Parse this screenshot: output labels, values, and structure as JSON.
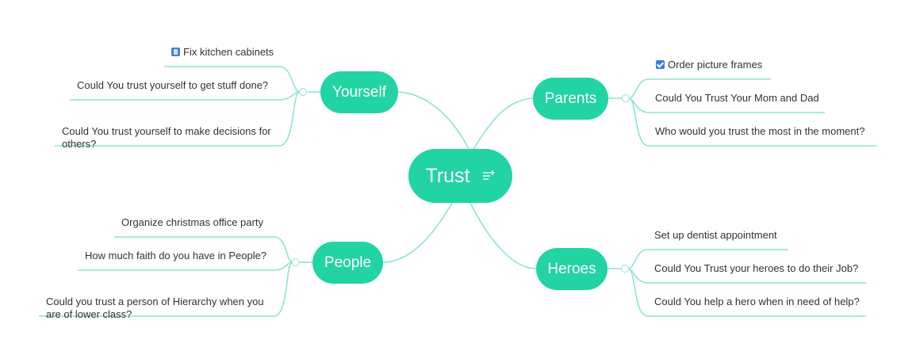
{
  "central": {
    "label": "Trust",
    "icon": "notes-icon"
  },
  "colors": {
    "node": "#22d3a3",
    "line": "#8ee5c9",
    "text": "#333333"
  },
  "branches": [
    {
      "key": "yourself",
      "label": "Yourself",
      "items": [
        {
          "text": "Fix kitchen cabinets",
          "icon": "note-icon"
        },
        {
          "text": "Could You trust yourself to get stuff done?"
        },
        {
          "text": "Could You trust yourself to make decisions for\nothers?"
        }
      ]
    },
    {
      "key": "parents",
      "label": "Parents",
      "items": [
        {
          "text": "Order picture frames",
          "icon": "checkbox-checked-icon"
        },
        {
          "text": "Could You Trust Your Mom and Dad"
        },
        {
          "text": "Who would you trust the most in the moment?"
        }
      ]
    },
    {
      "key": "people",
      "label": "People",
      "items": [
        {
          "text": "Organize christmas office party"
        },
        {
          "text": "How much faith do you have in People?"
        },
        {
          "text": "Could you trust a person of Hierarchy when you\nare of lower class?"
        }
      ]
    },
    {
      "key": "heroes",
      "label": "Heroes",
      "items": [
        {
          "text": "Set up dentist appointment"
        },
        {
          "text": "Could You Trust your heroes to do their Job?"
        },
        {
          "text": "Could You help a hero when in need of help?"
        }
      ]
    }
  ]
}
